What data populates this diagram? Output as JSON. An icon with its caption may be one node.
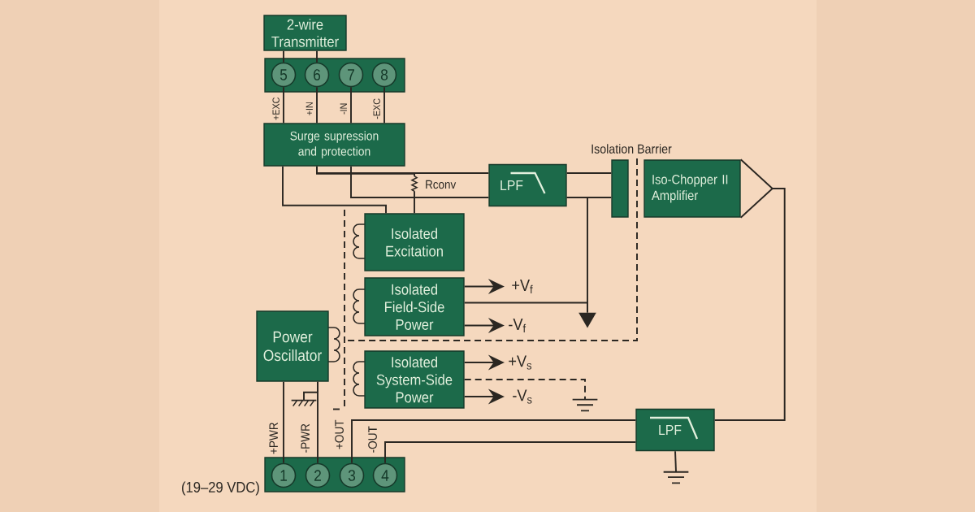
{
  "diagram": {
    "nodes": [
      {
        "text": [
          "2-wire Transmitter"
        ]
      },
      {
        "text": [],
        "shape": "box"
      },
      {
        "text": [
          "5"
        ],
        "in": 1
      },
      {
        "text": [
          "6"
        ],
        "in": 1
      },
      {
        "text": [
          "7"
        ],
        "in": 1
      },
      {
        "text": [
          "8"
        ],
        "in": 1
      },
      {
        "text": [
          "Surge supression and protection"
        ]
      },
      {
        "text": [
          "LPF"
        ]
      },
      {
        "text": [],
        "shape": "resistor",
        "beside": [
          "Rconv"
        ]
      },
      {
        "text": [],
        "shape": "bar"
      },
      {
        "text": [
          "Iso-Chopper II Amplifier"
        ]
      },
      {
        "text": [
          "Isolated Excitation"
        ]
      },
      {
        "text": [
          "Isolated Field-Side Power"
        ]
      },
      {
        "text": [
          "+V$_{f}$"
        ]
      },
      {
        "text": [
          "-V$_{f}$"
        ]
      },
      {
        "text": [],
        "shape": "triangle"
      },
      {
        "text": [
          "Power Oscillator"
        ]
      },
      {
        "text": [
          "Isolated System-Side Power"
        ]
      },
      {
        "text": [
          "+V$_{s}$"
        ]
      },
      {
        "text": [
          "-V$_{s}$"
        ]
      },
      {
        "text": [],
        "shape": "ground"
      },
      {
        "text": [],
        "shape": "ground"
      },
      {
        "text": [
          "LPF"
        ]
      },
      {
        "text": [],
        "shape": "ground"
      },
      {
        "text": [],
        "shape": "box"
      },
      {
        "text": [
          "1"
        ],
        "in": 24
      },
      {
        "text": [
          "2"
        ],
        "in": 24
      },
      {
        "text": [
          "3"
        ],
        "in": 24
      },
      {
        "text": [
          "4"
        ],
        "in": 24
      }
    ],
    "edges": [
      {
        "from": 0,
        "to": 2,
        "arrow": "none"
      },
      {
        "from": 0,
        "to": 3,
        "arrow": "none"
      },
      {
        "from": 2,
        "to": 6,
        "arrow": "none",
        "label": "+EXC"
      },
      {
        "from": 3,
        "to": 6,
        "arrow": "none",
        "label": "+IN"
      },
      {
        "from": 4,
        "to": 6,
        "arrow": "none",
        "label": "-IN"
      },
      {
        "from": 5,
        "to": 6,
        "arrow": "none",
        "label": "-EXC"
      },
      {
        "from": 6,
        "to": 7,
        "arrow": "none"
      },
      {
        "from": 6,
        "to": 7,
        "arrow": "none"
      },
      {
        "from": 6,
        "to": 11,
        "arrow": "none"
      },
      {
        "from": 6,
        "to": 8,
        "arrow": "none"
      },
      {
        "from": 8,
        "to": 11,
        "arrow": "none"
      },
      {
        "from": 7,
        "to": 9,
        "arrow": "none"
      },
      {
        "from": 7,
        "to": 9,
        "arrow": "none"
      },
      {
        "from": 7,
        "to": 15,
        "arrow": "none"
      },
      {
        "from": 12,
        "to": 13,
        "arrow": "to"
      },
      {
        "from": 12,
        "to": 14,
        "arrow": "to"
      },
      {
        "from": 12,
        "to": 15,
        "arrow": "none"
      },
      {
        "from": 10,
        "to": 22,
        "arrow": "none"
      },
      {
        "from": 17,
        "to": 18,
        "arrow": "to"
      },
      {
        "from": 17,
        "to": 19,
        "arrow": "to"
      },
      {
        "from": 17,
        "to": 20,
        "arrow": "none",
        "style": "dashed"
      },
      {
        "from": 16,
        "to": 25,
        "arrow": "none",
        "label": "+PWR"
      },
      {
        "from": 16,
        "to": 26,
        "arrow": "none",
        "label": "-PWR"
      },
      {
        "from": 16,
        "to": 21,
        "arrow": "none"
      },
      {
        "from": 22,
        "to": 27,
        "arrow": "none",
        "label": "+OUT"
      },
      {
        "from": 22,
        "to": 28,
        "arrow": "none",
        "label": "-OUT"
      },
      {
        "from": 22,
        "to": 23,
        "arrow": "none"
      }
    ],
    "labels": [
      "Isolation Barrier",
      "(19–29 VDC)"
    ]
  }
}
